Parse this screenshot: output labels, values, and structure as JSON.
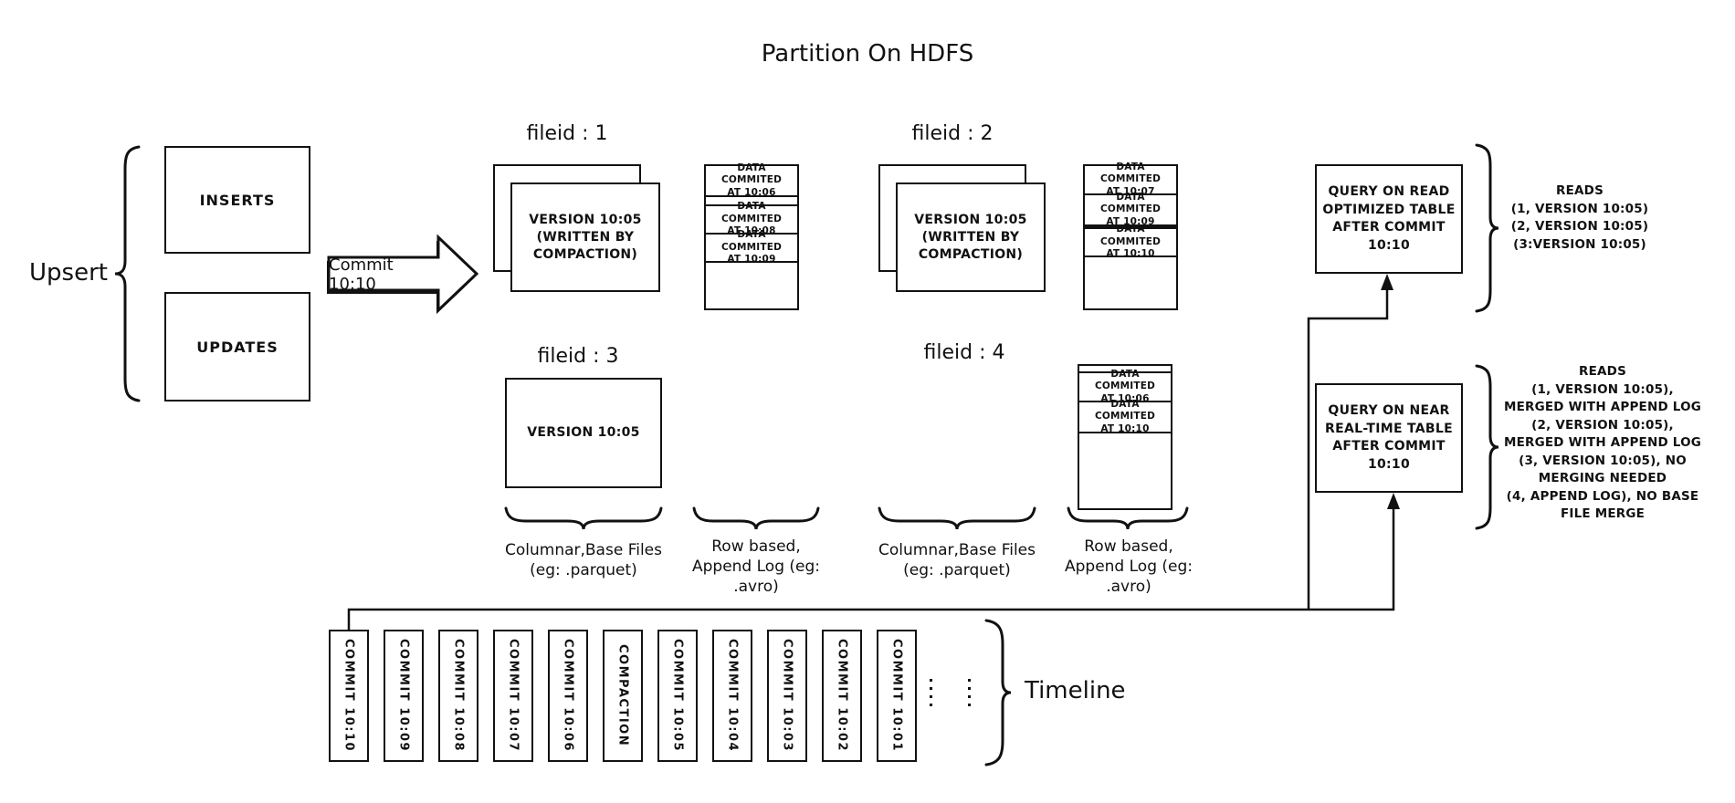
{
  "title": "Partition On HDFS",
  "upsert": {
    "label": "Upsert",
    "inserts": "INSERTS",
    "updates": "UPDATES",
    "commit_arrow": "Commit 10:10"
  },
  "file_groups": {
    "f1": {
      "label": "fileid : 1",
      "base": "VERSION 10:05\n(WRITTEN BY\nCOMPACTION)"
    },
    "f2": {
      "label": "fileid : 2",
      "base": "VERSION 10:05\n(WRITTEN BY\nCOMPACTION)"
    },
    "f3": {
      "label": "fileid : 3",
      "base": "VERSION 10:05"
    },
    "f4": {
      "label": "fileid : 4"
    }
  },
  "logs": {
    "log1": [
      "DATA COMMITED\nAT 10:06",
      "DATA COMMITED\nAT 10:08",
      "DATA COMMITED\nAT 10:09"
    ],
    "log2": [
      "DATA COMMITED\nAT 10:07",
      "DATA COMMITED\nAT 10:09",
      "DATA COMMITED\nAT 10:10"
    ],
    "log4": [
      "DATA COMMITED\nAT 10:06",
      "DATA COMMITED\nAT 10:10"
    ]
  },
  "captions": {
    "columnar": "Columnar,Base Files\n(eg: .parquet)",
    "row_based": "Row based,\nAppend Log  (eg:\n.avro)"
  },
  "queries": {
    "read_optimized": {
      "box": "QUERY ON READ\nOPTIMIZED TABLE\nAFTER COMMIT\n10:10",
      "reads": "READS\n(1, VERSION 10:05)\n(2, VERSION 10:05)\n(3:VERSION 10:05)"
    },
    "near_real_time": {
      "box": "QUERY ON NEAR\nREAL-TIME TABLE\nAFTER COMMIT\n10:10",
      "reads": "READS\n(1, VERSION 10:05),\nMERGED WITH APPEND LOG\n(2, VERSION 10:05),\nMERGED WITH APPEND LOG\n(3, VERSION 10:05), NO\nMERGING NEEDED\n(4, APPEND LOG), NO BASE\nFILE MERGE"
    }
  },
  "timeline": {
    "label": "Timeline",
    "items": [
      "COMMIT 10:10",
      "COMMIT 10:09",
      "COMMIT 10:08",
      "COMMIT 10:07",
      "COMMIT 10:06",
      "COMPACTION",
      "COMMIT 10:05",
      "COMMIT 10:04",
      "COMMIT 10:03",
      "COMMIT 10:02",
      "COMMIT 10:01"
    ]
  }
}
